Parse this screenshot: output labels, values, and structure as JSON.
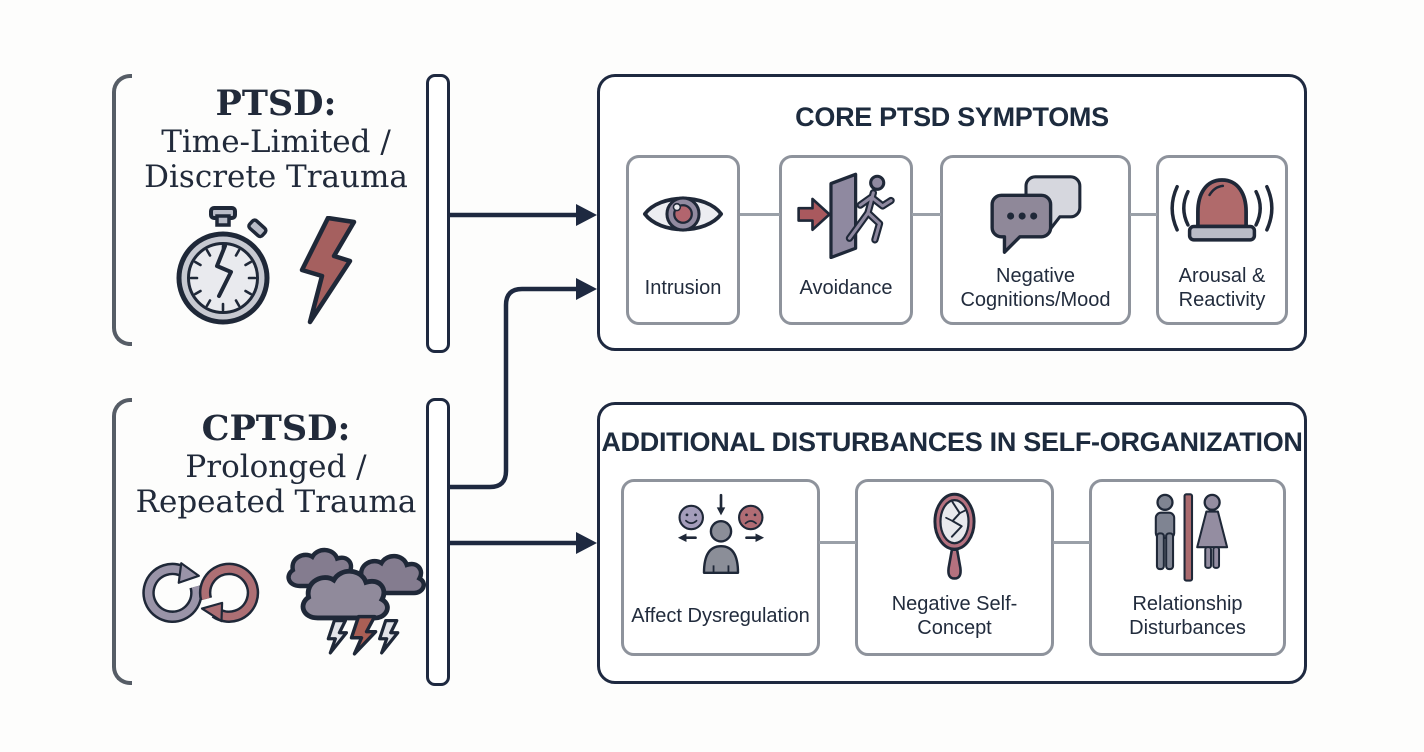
{
  "diagram": {
    "left": {
      "ptsd": {
        "title": "PTSD:",
        "line1": "Time-Limited /",
        "line2": "Discrete Trauma",
        "icon1": "stopwatch-icon",
        "icon2": "lightning-bolt-icon"
      },
      "cptsd": {
        "title": "CPTSD:",
        "line1": "Prolonged /",
        "line2": "Repeated Trauma",
        "icon1": "infinity-loop-icon",
        "icon2": "storm-clouds-icon"
      }
    },
    "core_box": {
      "title": "CORE PTSD SYMPTOMS",
      "items": [
        {
          "label": "Intrusion",
          "icon": "eye-icon"
        },
        {
          "label": "Avoidance",
          "icon": "exit-door-icon"
        },
        {
          "label": "Negative Cognitions/Mood",
          "icon": "speech-bubbles-icon"
        },
        {
          "label": "Arousal & Reactivity",
          "icon": "siren-icon"
        }
      ]
    },
    "dso_box": {
      "title": "ADDITIONAL DISTURBANCES IN SELF-ORGANIZATION",
      "items": [
        {
          "label": "Affect Dysregulation",
          "icon": "affect-dysregulation-icon"
        },
        {
          "label": "Negative Self-Concept",
          "icon": "cracked-mirror-icon"
        },
        {
          "label": "Relationship Disturbances",
          "icon": "relationship-split-icon"
        }
      ]
    },
    "colors": {
      "outline_navy": "#1e2940",
      "accent_red": "#a9686b",
      "muted_purple": "#908a9d",
      "muted_gray": "#8b8e98",
      "subbox_border_gray": "#8e939c",
      "bracket_gray": "#565d66",
      "background": "#fdfdfc"
    }
  }
}
